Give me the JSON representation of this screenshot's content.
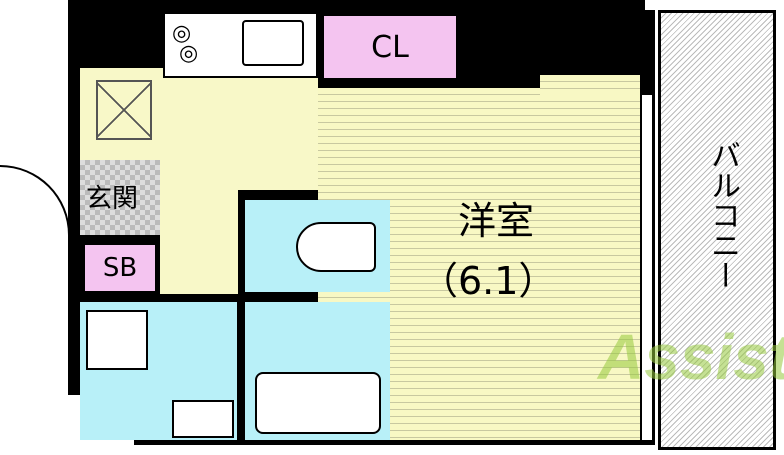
{
  "rooms": {
    "western": {
      "label": "洋室",
      "size": "（6.1）"
    },
    "closet": "CL",
    "entrance": "玄関",
    "shoe_box": "SB",
    "balcony": "バルコニー"
  },
  "watermark": "Assist",
  "colors": {
    "kitchen": "#f8f8c8",
    "water": "#b8f0f8",
    "storage": "#f4c4f0",
    "room": "#f8f8c4"
  }
}
